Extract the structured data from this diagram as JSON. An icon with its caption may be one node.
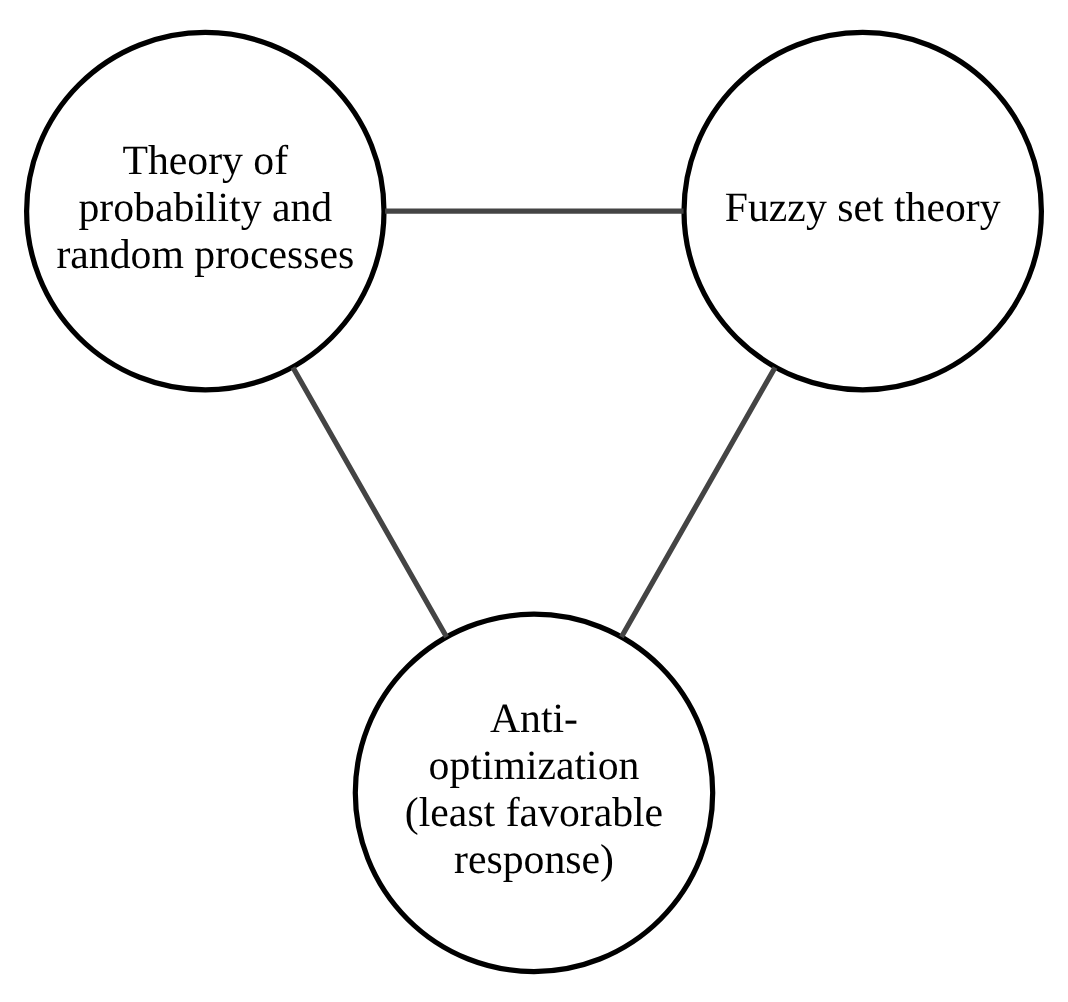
{
  "diagram": {
    "nodes": [
      {
        "text": [
          "Theory of probability and random processes"
        ]
      },
      {
        "text": [
          "Fuzzy set theory"
        ]
      },
      {
        "text": [
          "Anti-optimization (least favorable response)"
        ]
      }
    ],
    "edges": [
      {
        "from": 0,
        "to": 1,
        "arrow": "none"
      },
      {
        "from": 0,
        "to": 2,
        "arrow": "none"
      },
      {
        "from": 1,
        "to": 2,
        "arrow": "none"
      }
    ]
  }
}
